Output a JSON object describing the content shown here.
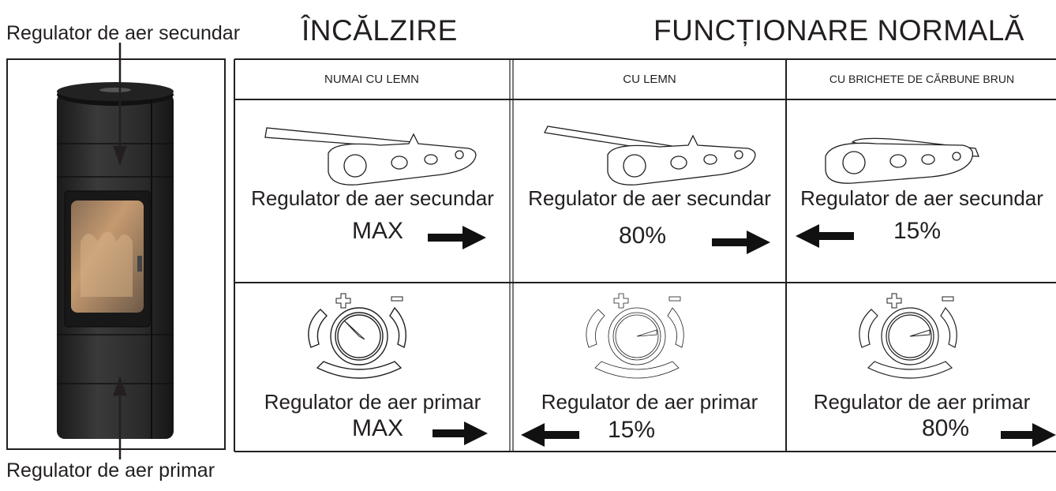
{
  "labels": {
    "secondary_top": "Regulator de aer secundar",
    "primary_bottom": "Regulator de aer primar"
  },
  "headings": {
    "heating": "ÎNCĂLZIRE",
    "normal": "FUNCȚIONARE NORMALĂ"
  },
  "columns": [
    {
      "title": "NUMAI CU LEMN",
      "secondary_label": "Regulator de aer secundar",
      "secondary_value": "MAX",
      "secondary_arrow": "right",
      "primary_label": "Regulator de aer primar",
      "primary_value": "MAX",
      "primary_arrow": "right"
    },
    {
      "title": "CU LEMN",
      "secondary_label": "Regulator de aer secundar",
      "secondary_value": "80%",
      "secondary_arrow": "right",
      "primary_label": "Regulator de aer primar",
      "primary_value": "15%",
      "primary_arrow": "left"
    },
    {
      "title": "CU BRICHETE DE CĂRBUNE BRUN",
      "secondary_label": "Regulator de aer secundar",
      "secondary_value": "15%",
      "secondary_arrow": "left",
      "primary_label": "Regulator de aer primar",
      "primary_value": "80%",
      "primary_arrow": "right"
    }
  ],
  "icons": {
    "stove": "stove-image",
    "lever": "secondary-air-lever-icon",
    "dial": "primary-air-dial-icon",
    "arrow": "arrow-icon"
  },
  "colors": {
    "ink": "#231f20",
    "stove_body": "#2b2b2b",
    "flame_glass": "#b98b63"
  }
}
